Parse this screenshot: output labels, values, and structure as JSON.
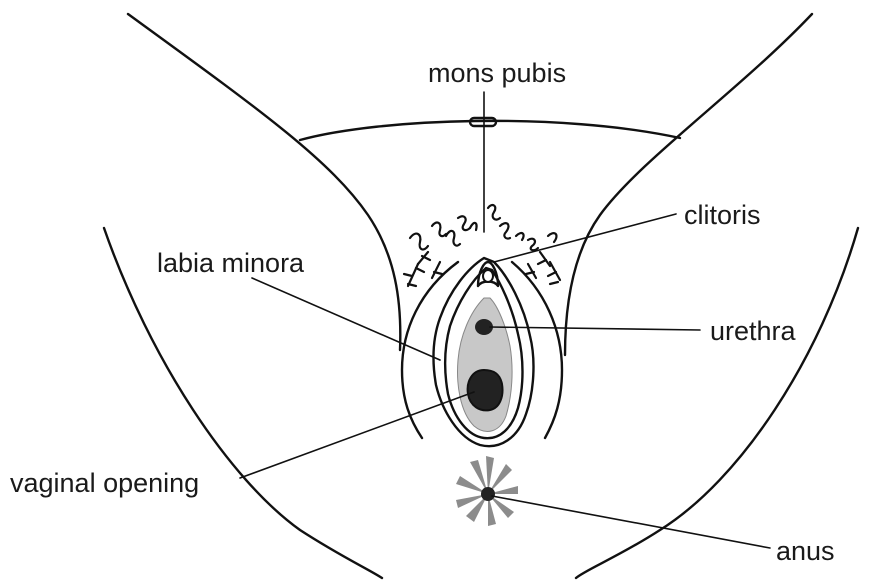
{
  "labels": {
    "mons_pubis": "mons pubis",
    "clitoris": "clitoris",
    "labia_minora": "labia minora",
    "urethra": "urethra",
    "vaginal_opening": "vaginal opening",
    "anus": "anus"
  },
  "colors": {
    "ink": "#111111",
    "vestibule_fill": "#c8c8c8",
    "opening_fill": "#222222",
    "anus_fill": "#8c8c8c",
    "background": "#ffffff"
  }
}
